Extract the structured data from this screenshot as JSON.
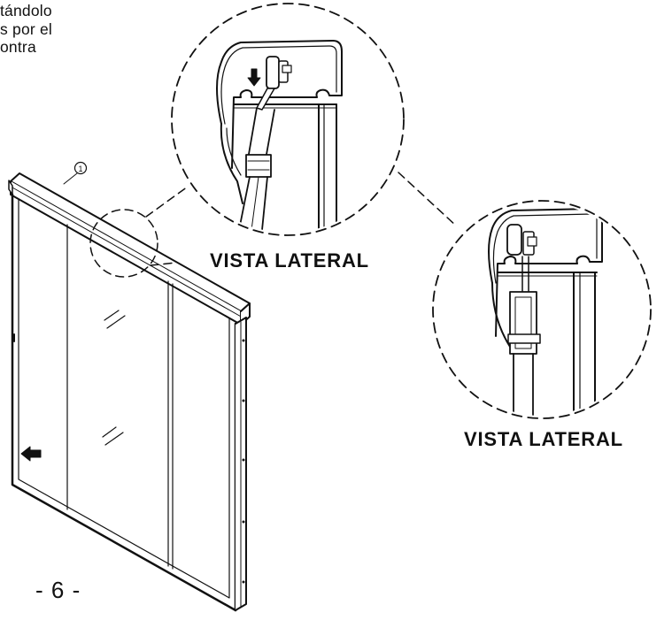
{
  "instruction_fragment": {
    "lines": [
      "tándolo",
      "s por el",
      "ontra"
    ]
  },
  "callout_number": "1",
  "captions": {
    "top_view": "VISTA LATERAL",
    "bottom_view": "VISTA LATERAL"
  },
  "page_number": "- 6 -"
}
